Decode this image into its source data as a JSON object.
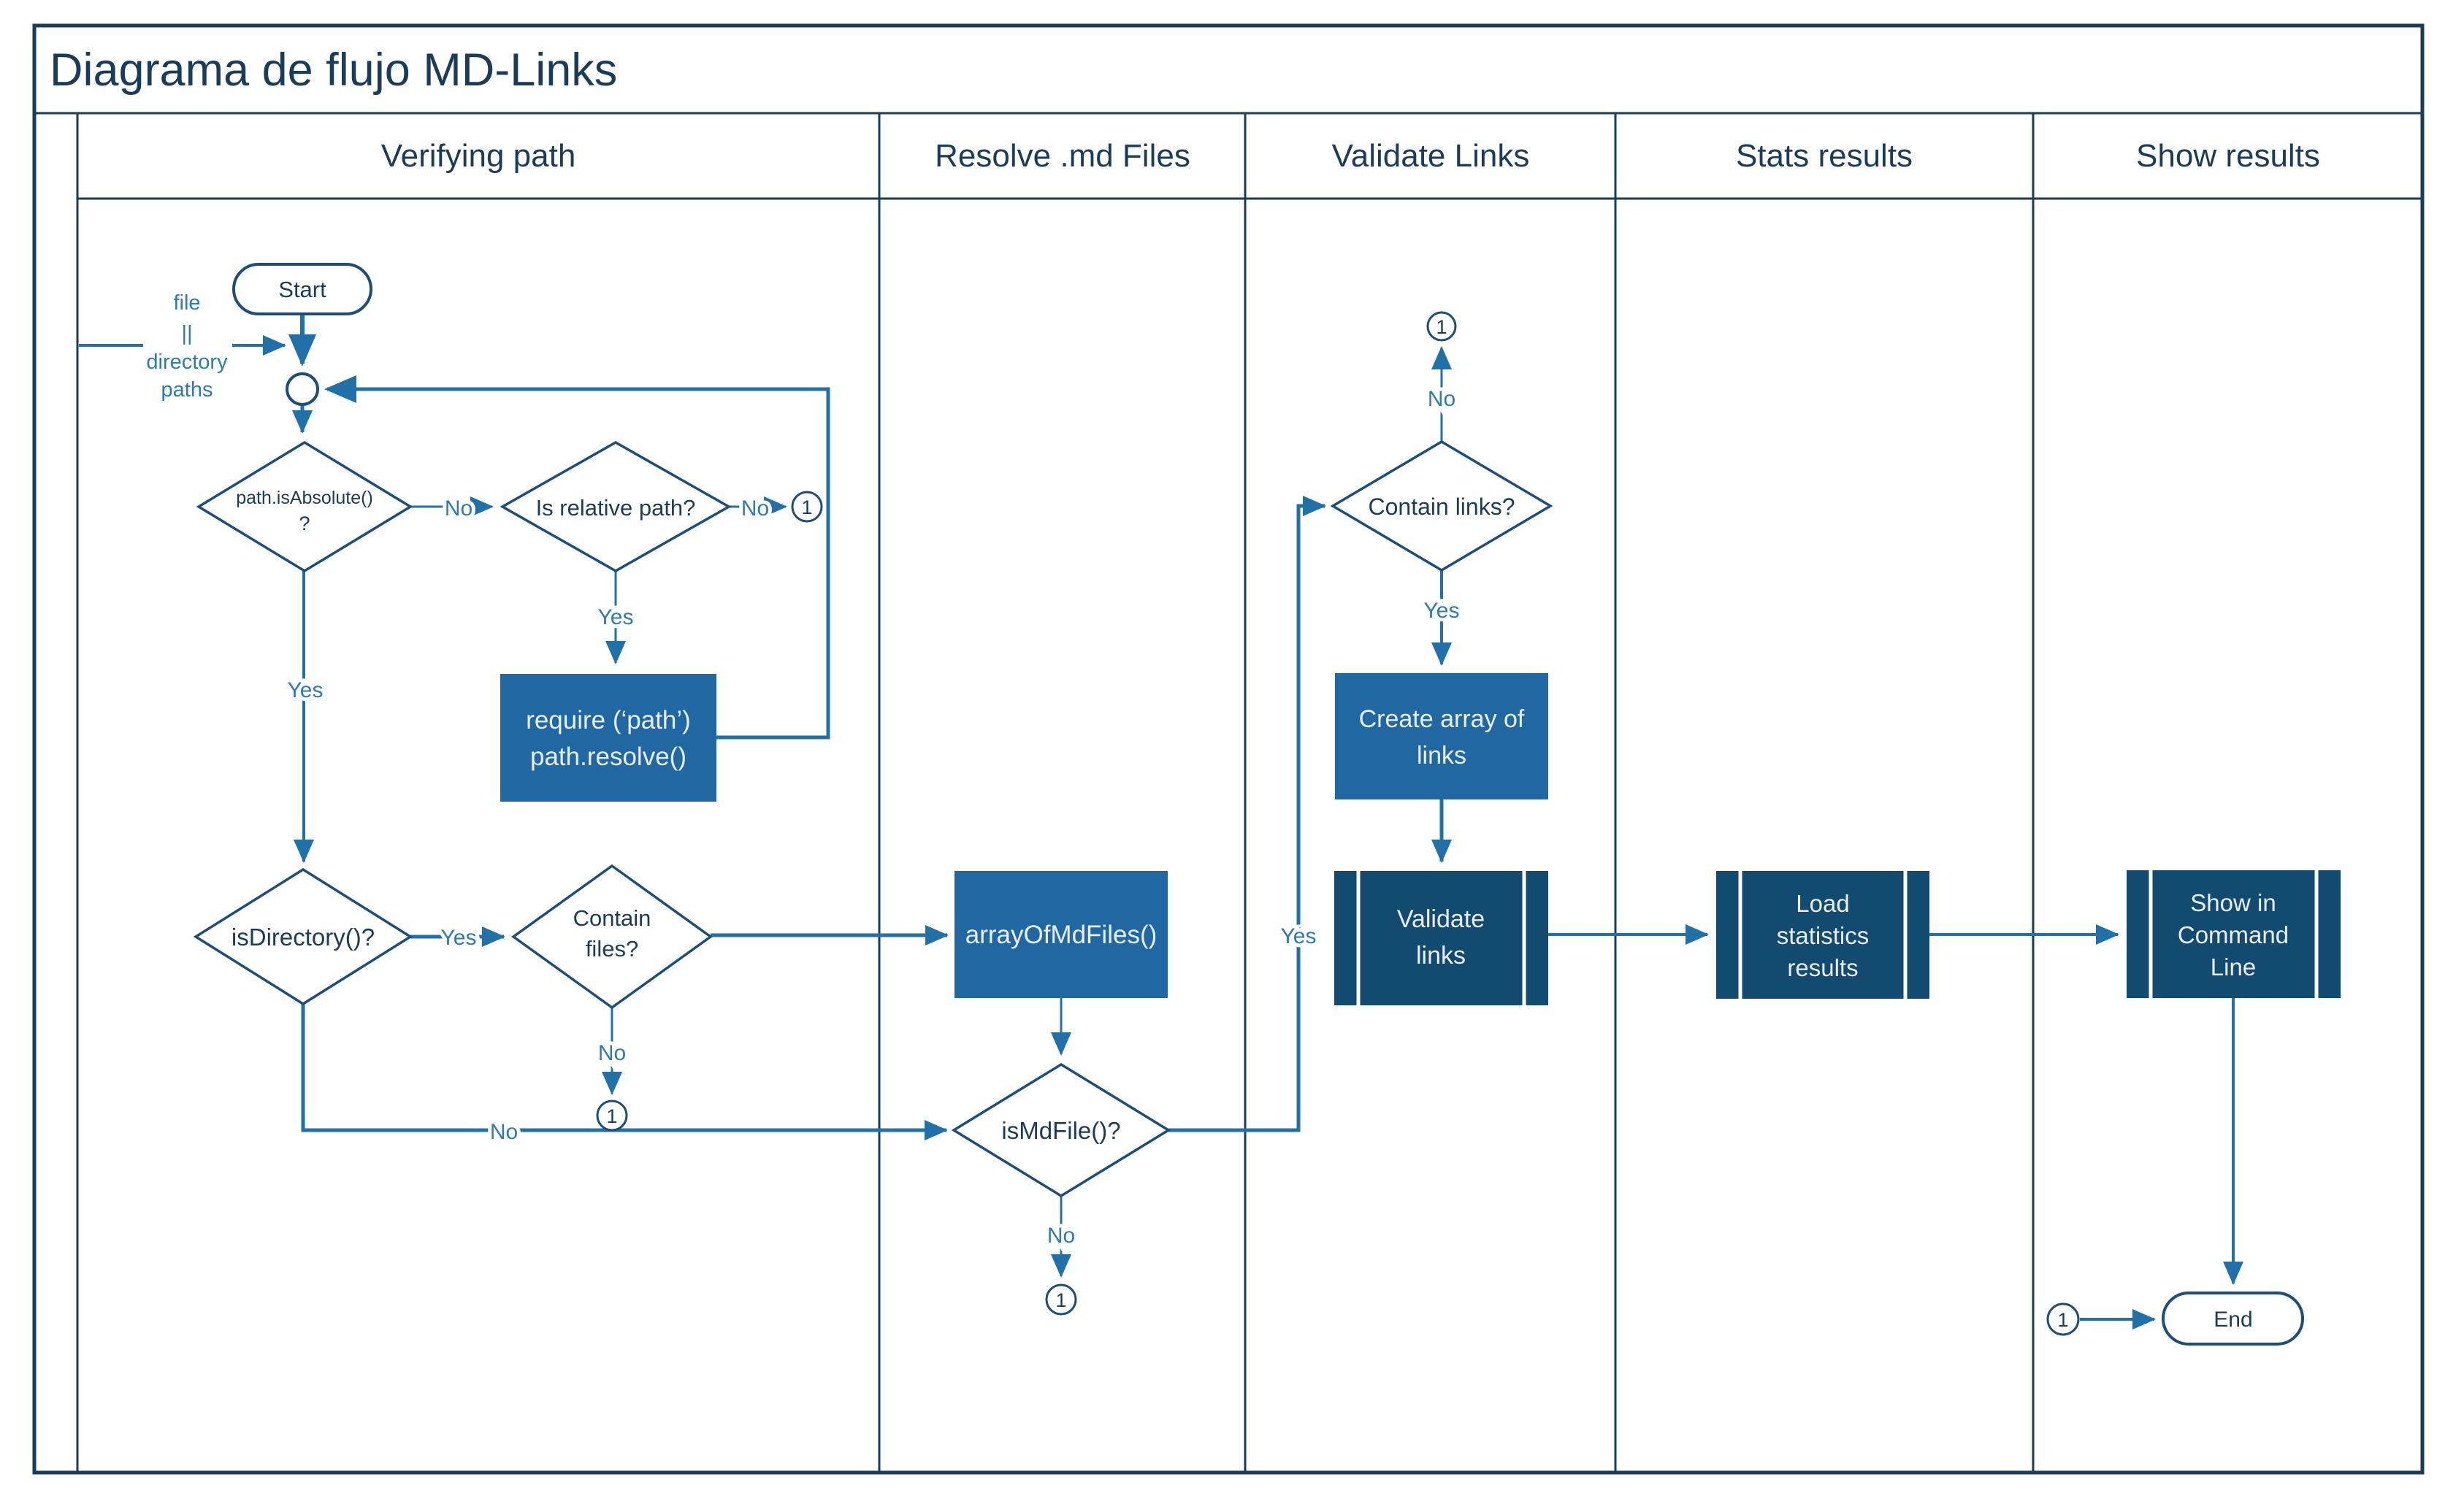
{
  "title": "Diagrama de flujo MD-Links",
  "lanes": [
    {
      "label": "Verifying path"
    },
    {
      "label": "Resolve .md Files"
    },
    {
      "label": "Validate Links"
    },
    {
      "label": "Stats results"
    },
    {
      "label": "Show results"
    }
  ],
  "colors": {
    "ink": "#1b3c59",
    "shape_stroke": "#1d4e79",
    "connector": "#2270a8",
    "edge_label": "#2e7ab2",
    "process_fill": "#2168a3",
    "subroutine_fill": "#134a70",
    "box_text": "#e9eef4",
    "background": "#ffffff"
  },
  "labels": {
    "yes": "Yes",
    "no": "No",
    "ref1": "1"
  },
  "note": {
    "lines": [
      "file",
      "||",
      "directory",
      "paths"
    ]
  },
  "nodes": {
    "start": {
      "label": "Start"
    },
    "is_absolute": {
      "lines": [
        "path.isAbsolute()",
        "?"
      ]
    },
    "is_relative": {
      "label": "Is relative path?"
    },
    "require_path": {
      "lines": [
        "require (‘path’)",
        "path.resolve()"
      ]
    },
    "is_directory": {
      "label": "isDirectory()?"
    },
    "contain_files": {
      "lines": [
        "Contain",
        "files?"
      ]
    },
    "array_of_md_files": {
      "label": "arrayOfMdFiles()"
    },
    "is_md_file": {
      "label": "isMdFile()?"
    },
    "contain_links": {
      "label": "Contain links?"
    },
    "create_array": {
      "lines": [
        "Create array of",
        "links"
      ]
    },
    "validate_links": {
      "lines": [
        "Validate",
        "links"
      ]
    },
    "load_statistics": {
      "lines": [
        "Load",
        "statistics",
        "results"
      ]
    },
    "show_in_cli": {
      "lines": [
        "Show in",
        "Command",
        "Line"
      ]
    },
    "end": {
      "label": "End"
    }
  }
}
